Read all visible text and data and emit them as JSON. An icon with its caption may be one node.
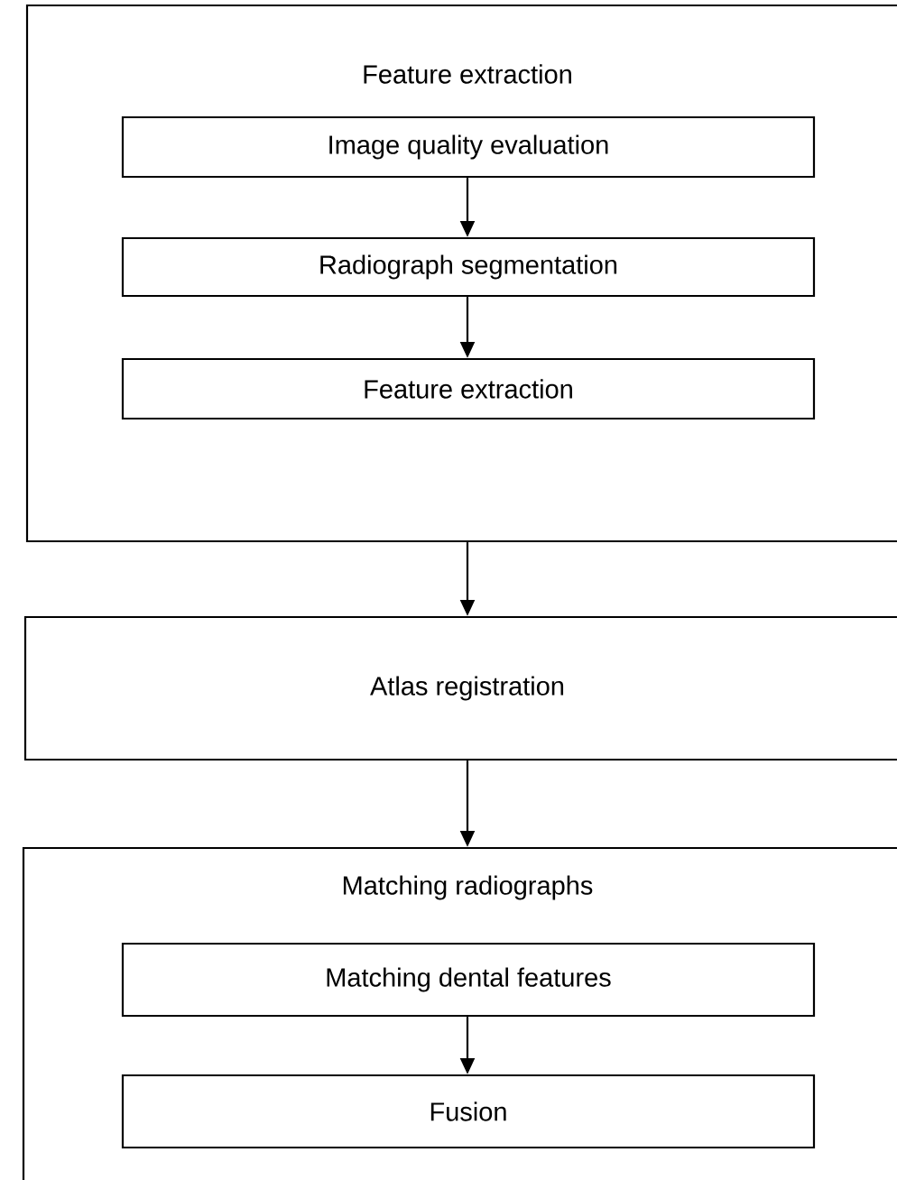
{
  "diagram": {
    "nodes": [
      {
        "text": [
          "Feature extraction"
        ]
      },
      {
        "text": [
          "Image quality evaluation"
        ],
        "in": 0
      },
      {
        "text": [
          "Radiograph segmentation"
        ],
        "in": 0
      },
      {
        "text": [
          "Feature extraction"
        ],
        "in": 0
      },
      {
        "text": [
          "Atlas registration"
        ]
      },
      {
        "text": [
          "Matching radiographs"
        ]
      },
      {
        "text": [
          "Matching dental features"
        ],
        "in": 5
      },
      {
        "text": [
          "Fusion"
        ],
        "in": 5
      }
    ],
    "edges": [
      {
        "from": 1,
        "to": 2,
        "arrow": "to"
      },
      {
        "from": 2,
        "to": 3,
        "arrow": "to"
      },
      {
        "from": 0,
        "to": 4,
        "arrow": "to"
      },
      {
        "from": 4,
        "to": 5,
        "arrow": "to"
      },
      {
        "from": 6,
        "to": 7,
        "arrow": "to"
      }
    ]
  }
}
